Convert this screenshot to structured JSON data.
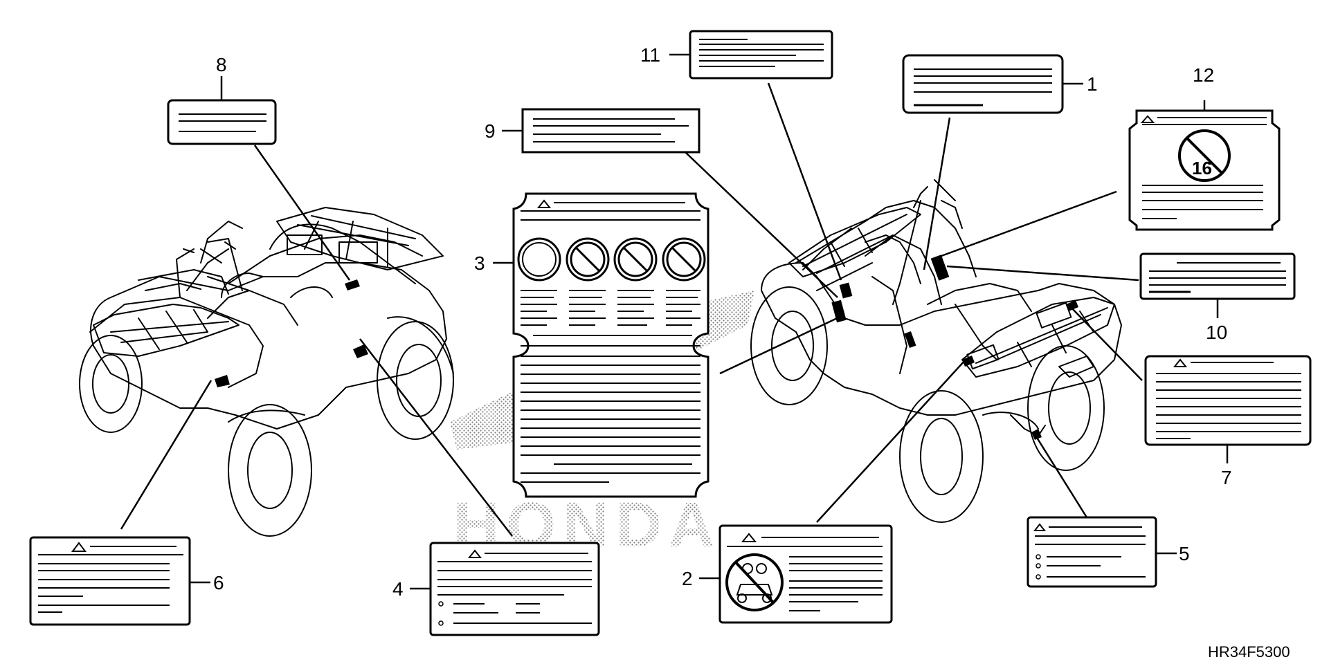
{
  "callouts": [
    {
      "id": "1",
      "text": "1"
    },
    {
      "id": "2",
      "text": "2"
    },
    {
      "id": "3",
      "text": "3"
    },
    {
      "id": "4",
      "text": "4"
    },
    {
      "id": "5",
      "text": "5"
    },
    {
      "id": "6",
      "text": "6"
    },
    {
      "id": "7",
      "text": "7"
    },
    {
      "id": "8",
      "text": "8"
    },
    {
      "id": "9",
      "text": "9"
    },
    {
      "id": "10",
      "text": "10"
    },
    {
      "id": "11",
      "text": "11"
    },
    {
      "id": "12",
      "text": "12"
    }
  ],
  "diagram_code": "HR34F5300",
  "label12_icon_text": "16",
  "watermark": "HONDA"
}
